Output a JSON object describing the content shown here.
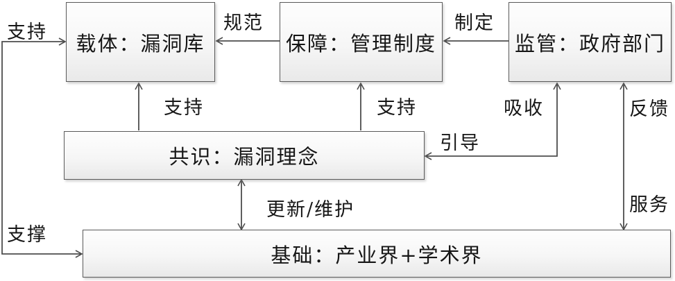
{
  "diagram": {
    "boxes": {
      "carrier": "载体：漏洞库",
      "guarantee": "保障：管理制度",
      "regulator": "监管：政府部门",
      "consensus": "共识：漏洞理念",
      "foundation": "基础：产业界+学术界"
    },
    "labels": {
      "support_top_left": "支持",
      "standard": "规范",
      "formulate": "制定",
      "support_to_carrier": "支持",
      "support_to_guarantee": "支持",
      "absorb": "吸收",
      "feedback": "反馈",
      "guide": "引导",
      "service": "服务",
      "update_maintain": "更新/维护",
      "underpin": "支撑"
    },
    "colors": {
      "line": "#4d4d4d",
      "box_border": "#5a5a5a",
      "box_fill_top": "#fefefe",
      "box_fill_bottom": "#e9e9e9",
      "text": "#161616",
      "background": "#ffffff"
    }
  }
}
